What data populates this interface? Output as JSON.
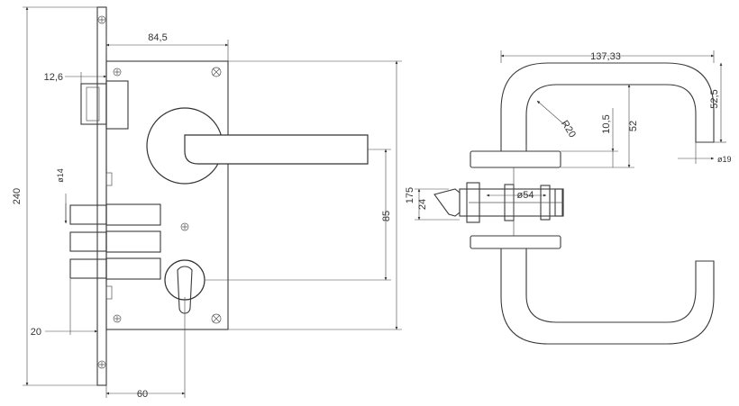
{
  "front_view": {
    "dim_faceplate_offset": "84,5",
    "dim_latch_depth": "12,6",
    "dim_height": "240",
    "dim_bolt_dia": "ø14",
    "dim_backset_bottom": "20",
    "dim_backset": "60",
    "dim_body_height": "175",
    "dim_center_distance": "85"
  },
  "side_view": {
    "dim_handle_width": "137,33",
    "dim_handle_drop": "52,5",
    "dim_radius": "R20",
    "dim_rose_offset": "10,5",
    "dim_handle_height": "52",
    "dim_bar_dia": "ø19",
    "dim_spindle_dia": "ø54",
    "dim_door_thickness": "24"
  }
}
